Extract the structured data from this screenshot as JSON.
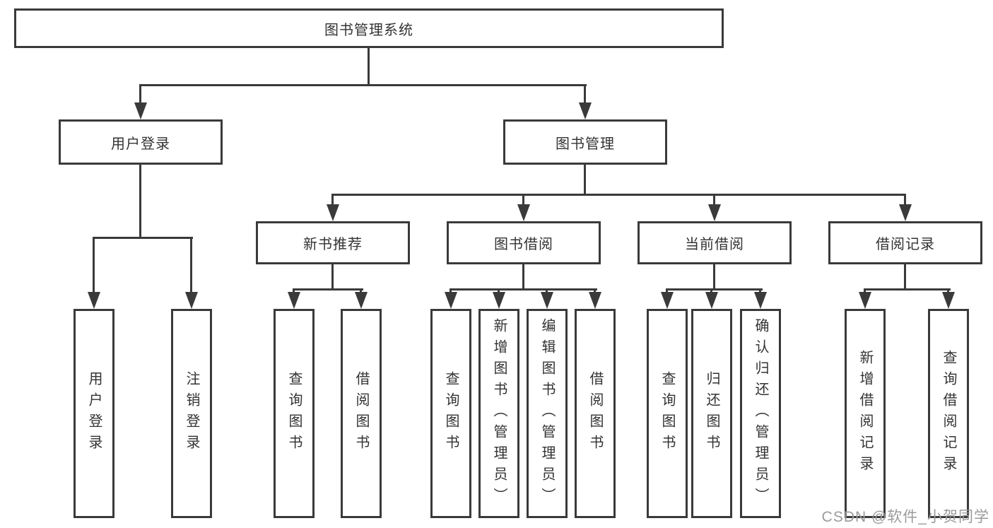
{
  "colors": {
    "line": "#3a3a3a",
    "text": "#333333",
    "watermark_text": "#9b9b9b",
    "background": "#ffffff"
  },
  "diagram": {
    "root": {
      "label": "图书管理系统"
    },
    "level2": [
      {
        "label": "用户登录"
      },
      {
        "label": "图书管理"
      }
    ],
    "level3": [
      {
        "label": "新书推荐"
      },
      {
        "label": "图书借阅"
      },
      {
        "label": "当前借阅"
      },
      {
        "label": "借阅记录"
      }
    ],
    "leaves": {
      "user_login": [
        "用户登录",
        "注销登录"
      ],
      "new_book": [
        "查询图书",
        "借阅图书"
      ],
      "book_borrow": [
        "查询图书",
        "新增图书（管理员）",
        "编辑图书（管理员）",
        "借阅图书"
      ],
      "current_borrow": [
        "查询图书",
        "归还图书",
        "确认归还（管理员）"
      ],
      "borrow_records": [
        "新增借阅记录",
        "查询借阅记录"
      ]
    }
  },
  "watermark": {
    "text": "CSDN @软件_小贺同学"
  }
}
